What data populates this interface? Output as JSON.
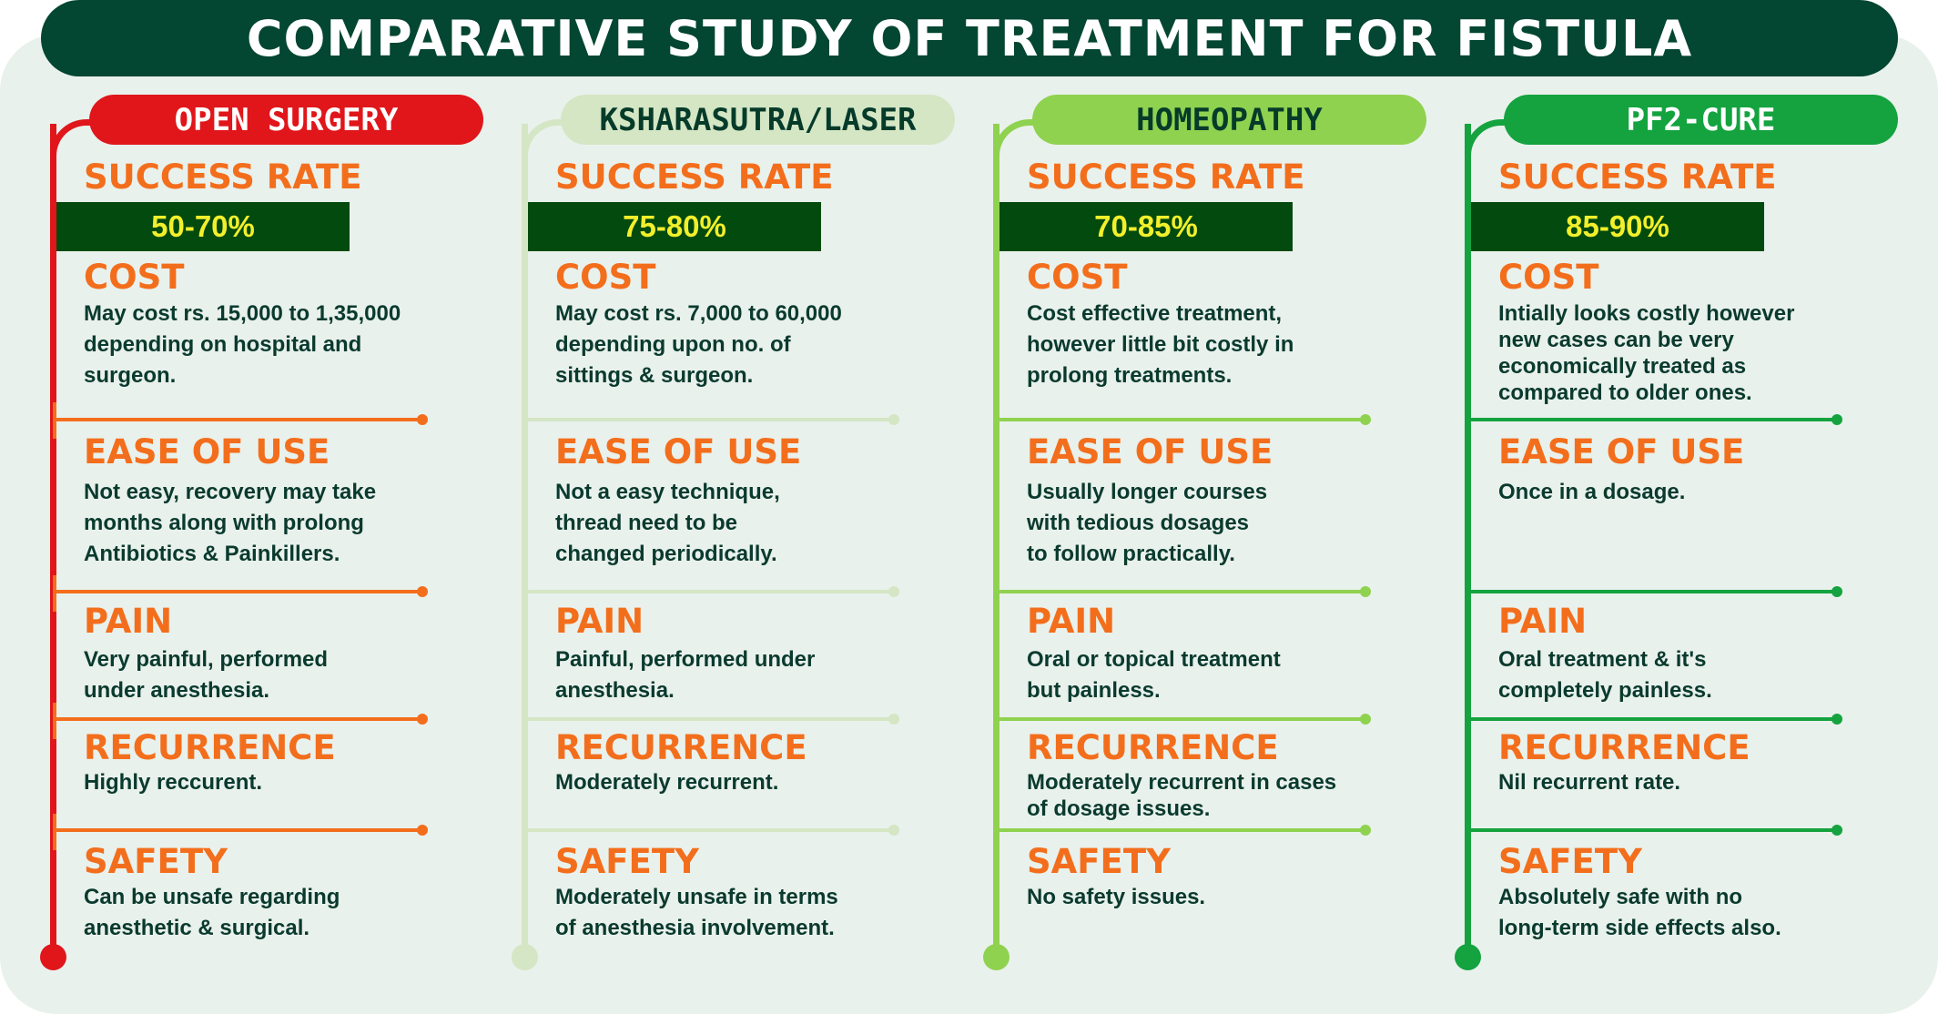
{
  "title": "COMPARATIVE STUDY OF TREATMENT FOR FISTULA",
  "labels": {
    "success_rate": "SUCCESS RATE",
    "cost": "COST",
    "ease_of_use": "EASE OF USE",
    "pain": "PAIN",
    "recurrence": "RECURRENCE",
    "safety": "SAFETY"
  },
  "columns": [
    {
      "name": "OPEN SURGERY",
      "accent": "#e0161b",
      "pill_text_color": "#ffffff",
      "success_rate": "50-70%",
      "cost": "May cost rs. 15,000 to 1,35,000\ndepending on hospital and\nsurgeon.",
      "ease_of_use": "Not easy, recovery may take\nmonths along with prolong\nAntibiotics & Painkillers.",
      "pain": "Very painful, performed\nunder anesthesia.",
      "recurrence": "Highly reccurent.",
      "safety": "Can be unsafe regarding\nanesthetic & surgical."
    },
    {
      "name": "KSHARASUTRA/LASER",
      "accent": "#d4e6c4",
      "pill_text_color": "#063b2a",
      "success_rate": "75-80%",
      "cost": "May cost rs. 7,000 to 60,000\ndepending upon no. of\nsittings & surgeon.",
      "ease_of_use": "Not a easy technique,\nthread need to be\nchanged periodically.",
      "pain": "Painful, performed under\nanesthesia.",
      "recurrence": "Moderately recurrent.",
      "safety": "Moderately unsafe in terms\nof anesthesia involvement."
    },
    {
      "name": "HOMEOPATHY",
      "accent": "#8fd24f",
      "pill_text_color": "#063b2a",
      "success_rate": "70-85%",
      "cost": "Cost effective treatment,\nhowever little bit costly in\nprolong treatments.",
      "ease_of_use": "Usually longer courses\nwith tedious dosages\nto follow practically.",
      "pain": "Oral or topical treatment\nbut painless.",
      "recurrence": "Moderately recurrent in cases\nof dosage issues.",
      "safety": "No safety issues."
    },
    {
      "name": "PF2-CURE",
      "accent": "#14a33f",
      "pill_text_color": "#ffffff",
      "success_rate": "85-90%",
      "cost": "Intially looks costly however\nnew cases can be very\neconomically treated as\ncompared to older ones.",
      "ease_of_use": "Once in a dosage.",
      "pain": "Oral treatment & it's\ncompletely painless.",
      "recurrence": "Nil recurrent rate.",
      "safety": "Absolutely safe with no\nlong-term side effects also."
    }
  ]
}
